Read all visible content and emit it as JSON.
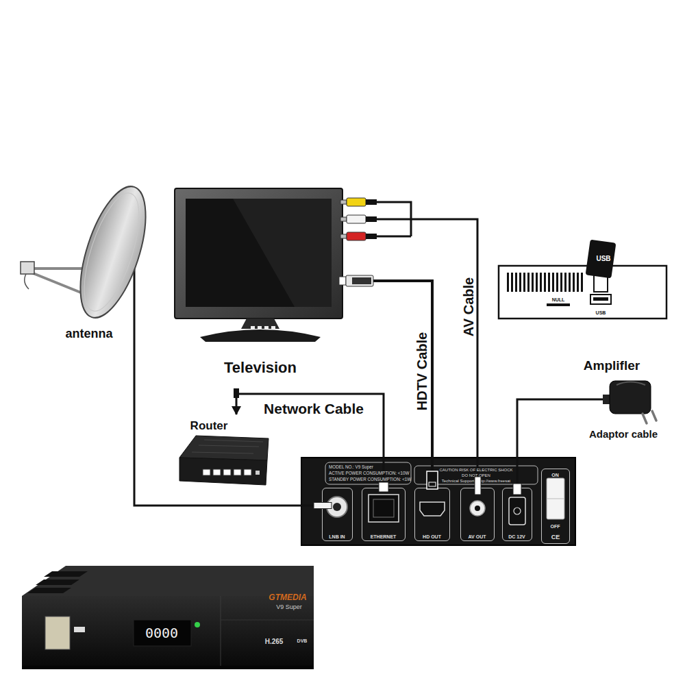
{
  "diagram": {
    "nodes": [
      {
        "text": [
          "antenna"
        ]
      },
      {
        "text": [
          "Television"
        ]
      },
      {
        "text": [
          "USB",
          "NULL",
          "USB"
        ]
      },
      {
        "text": [
          "Amplifler",
          "Adaptor cable"
        ]
      },
      {
        "text": [
          "Router"
        ]
      },
      {
        "text": [
          "MODEL NO.: V9 Super",
          "ACTIVE POWER CONSUMPTION: <10W",
          "STANDBY POWER CONSUMPTION: <1W",
          "CAUTION RISK OF ELECTRIC SHOCK",
          "DO NOT OPEN",
          "Technical Support : http://www.freesat"
        ]
      },
      {
        "text": [
          "LNB IN"
        ],
        "in": 5
      },
      {
        "text": [
          "ETHERNET"
        ],
        "in": 5
      },
      {
        "text": [
          "HD OUT"
        ],
        "in": 5
      },
      {
        "text": [
          "AV OUT"
        ],
        "in": 5
      },
      {
        "text": [
          "DC 12V"
        ],
        "in": 5
      },
      {
        "text": [
          "ON",
          "OFF"
        ],
        "in": 5
      },
      {
        "text": [
          "GTMEDIA",
          "V9 Super",
          "H.265",
          "DVB",
          "0000"
        ]
      }
    ],
    "edges": [
      {
        "from": 0,
        "to": 6,
        "arrow": "none"
      },
      {
        "from": 7,
        "to": 4,
        "label": "Network Cable",
        "arrow": "to"
      },
      {
        "from": 1,
        "to": 8,
        "label": "HDTV Cable",
        "arrow": "none"
      },
      {
        "from": 1,
        "to": 9,
        "label": "AV Cable",
        "arrow": "none"
      },
      {
        "from": 3,
        "to": 10,
        "arrow": "none"
      }
    ],
    "labels": [
      "CE"
    ]
  }
}
